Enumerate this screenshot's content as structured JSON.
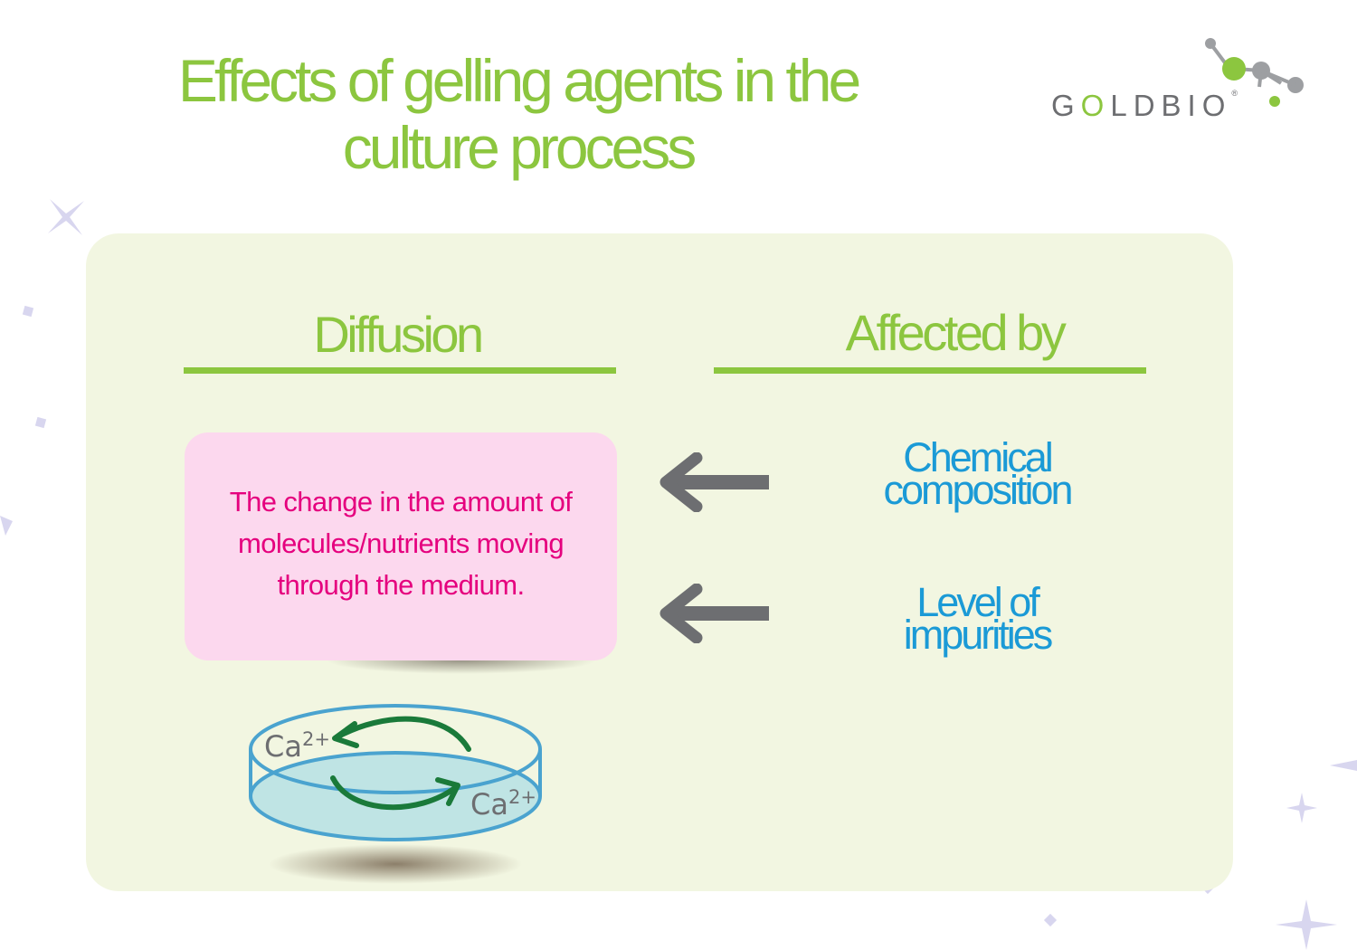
{
  "title": "Effects of gelling agents in the culture process",
  "logo": {
    "prefix": "G",
    "o": "O",
    "suffix": "LDBIO",
    "mark": "®"
  },
  "diffusion": {
    "heading": "Diffusion",
    "definition": "The change in the amount of molecules/nutrients moving through the medium."
  },
  "affected_by": {
    "heading": "Affected by",
    "factors": [
      {
        "line1": "Chemical",
        "line2": "composition"
      },
      {
        "line1": "Level of",
        "line2": "impurities"
      }
    ]
  },
  "dish": {
    "ion": "Ca",
    "charge": "2+"
  },
  "colors": {
    "green": "#8cc63f",
    "pink_bg": "#fcd8ee",
    "pink_text": "#e5007e",
    "blue": "#1b9ad6",
    "panel": "#f2f6e1",
    "arrow": "#6d6e71",
    "dark_green": "#1a7a3a"
  }
}
